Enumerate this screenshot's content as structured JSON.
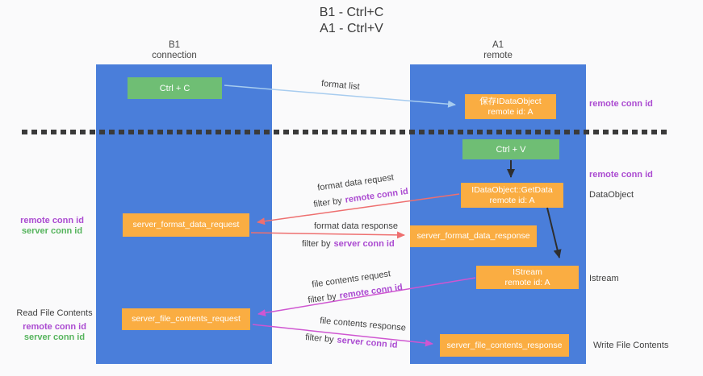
{
  "title": {
    "line1": "B1 - Ctrl+C",
    "line2": "A1 - Ctrl+V"
  },
  "lanes": {
    "b1": {
      "name": "B1",
      "subtitle": "connection"
    },
    "a1": {
      "name": "A1",
      "subtitle": "remote"
    }
  },
  "nodes": {
    "ctrl_c": "Ctrl + C",
    "ctrl_v": "Ctrl + V",
    "save_idataobject": {
      "line1": "保存IDataObject",
      "line2": "remote id: A"
    },
    "idataobject_getdata": {
      "line1": "IDataObject::GetData",
      "line2": "remote id: A"
    },
    "istream": {
      "line1": "IStream",
      "line2": "remote id: A"
    },
    "server_format_data_request": "server_format_data_request",
    "server_format_data_response": "server_format_data_response",
    "server_file_contents_request": "server_file_contents_request",
    "server_file_contents_response": "server_file_contents_response"
  },
  "labels": {
    "format_list": "format list",
    "format_data_request": "format data request",
    "format_data_response": "format data response",
    "file_contents_request": "file contents request",
    "file_contents_response": "file contents response",
    "filter_by": "filter by",
    "remote_conn_id": "remote conn id",
    "server_conn_id": "server conn id",
    "dataobject": "DataObject",
    "istream_side": "Istream",
    "read_file_contents": "Read File Contents",
    "write_file_contents": "Write File Contents"
  },
  "colors": {
    "lane_blue": "#4A7EDA",
    "node_green": "#6FBE74",
    "node_orange": "#FAAD42",
    "arrow_lightblue": "#A7CCEF",
    "arrow_red": "#EE6F6F",
    "arrow_magenta": "#CF56D1",
    "arrow_black": "#2E2E2E",
    "text_purple": "#AB4BD1",
    "text_green": "#56B45D",
    "background": "#FAFAFB"
  }
}
